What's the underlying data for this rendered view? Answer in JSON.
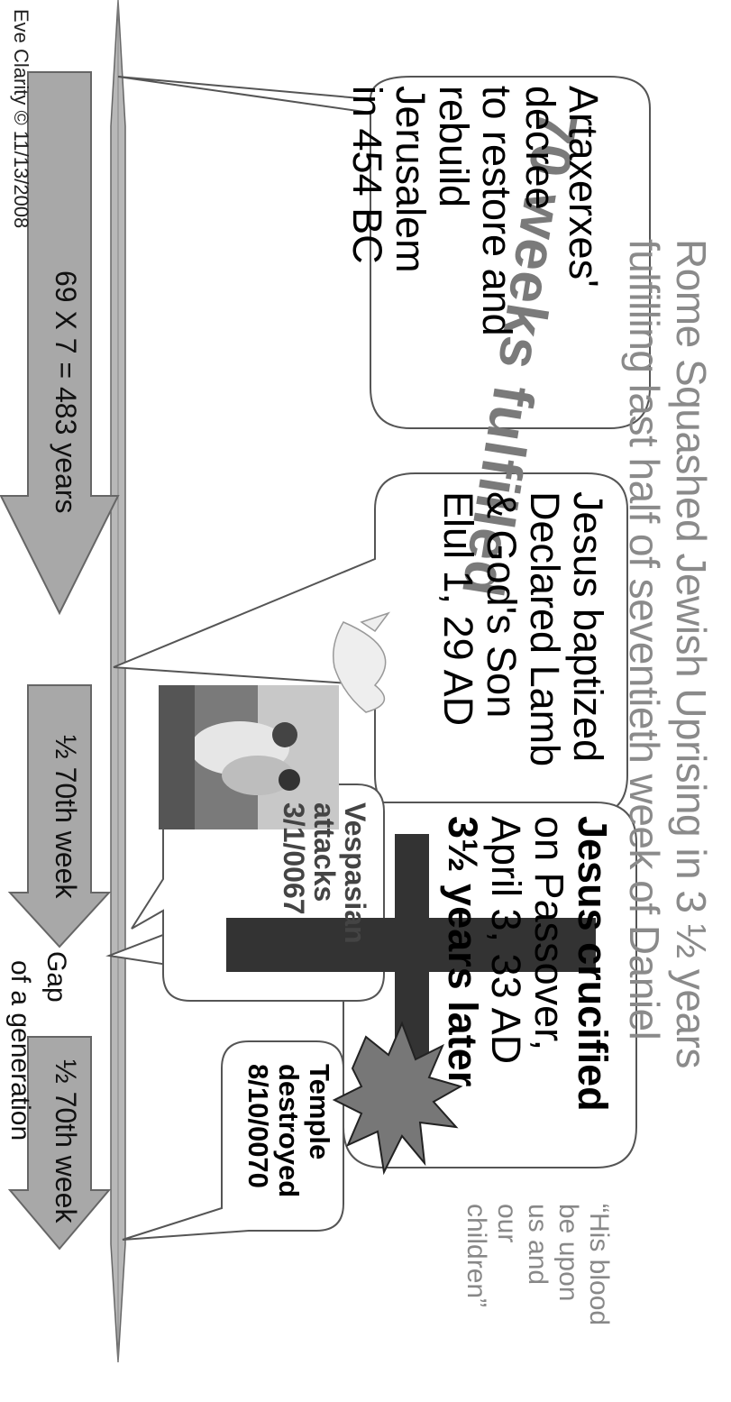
{
  "title": {
    "line1": "Rome Squashed Jewish Uprising in 3 ½ years",
    "line2": "fulfilling last half of seventieth week of Daniel"
  },
  "watermark": "70 weeks fulfilled",
  "callouts": {
    "decree": [
      "Artaxerxes' decree",
      "to restore and",
      "rebuild Jerusalem",
      "in 454 BC"
    ],
    "baptism": [
      "Jesus baptized",
      "Declared Lamb",
      "& God's Son",
      "Elul 1, 29 AD"
    ],
    "crucifixion": [
      "Jesus crucified",
      "on Passover,",
      "April 3, 33 AD",
      "3½ years later"
    ],
    "vespasian": [
      "Vespasian",
      "attacks",
      "3/1/0067"
    ],
    "temple": [
      "Temple",
      "destroyed",
      "8/10/0070"
    ]
  },
  "quote": [
    "“His blood",
    "be upon",
    "us and",
    "our",
    "children”"
  ],
  "arrows": {
    "years": "69 X 7 = 483 years",
    "half1": "½ 70th week",
    "half2": "½ 70th week",
    "gap": "Gap",
    "generation": "of a generation"
  },
  "copyright": "Eve Clarity © 11/13/2008",
  "colors": {
    "title": "#8a8a8a",
    "arrow_fill": "#a8a8a8",
    "cross": "#333333",
    "burst": "#777777"
  },
  "icons": [
    "cross-icon",
    "explosion-burst-icon",
    "dove-icon",
    "baptism-photo"
  ]
}
